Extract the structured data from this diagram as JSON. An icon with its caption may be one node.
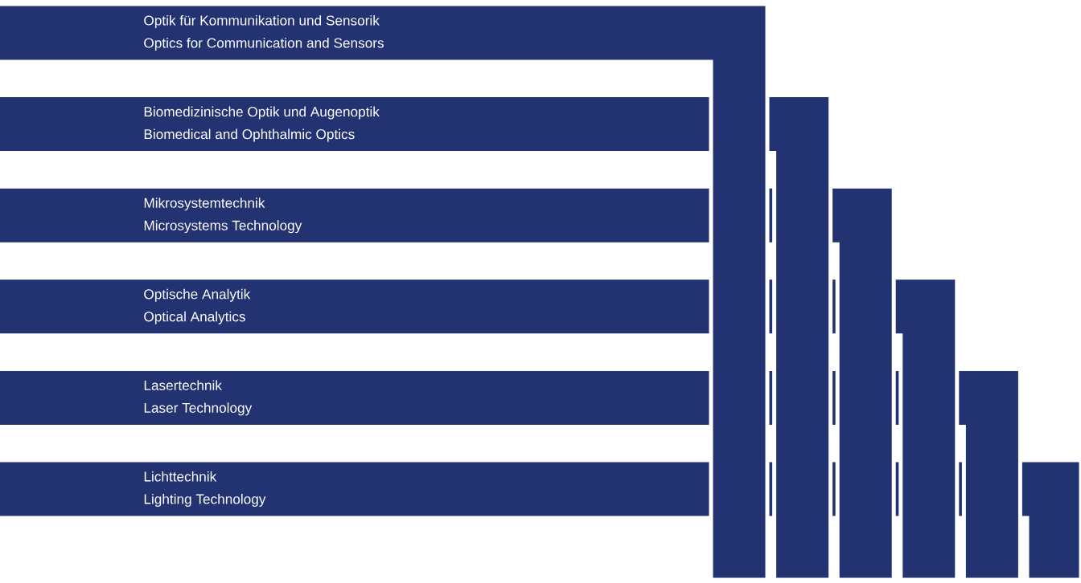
{
  "diagram": {
    "nodes": [
      {
        "text": [
          "Optik für Kommunikation und Sensorik",
          "Optics for Communication and Sensors"
        ]
      },
      {
        "text": [
          "Biomedizinische Optik und Augenoptik",
          "Biomedical and Ophthalmic Optics"
        ]
      },
      {
        "text": [
          "Mikrosystemtechnik",
          "Microsystems Technology"
        ]
      },
      {
        "text": [
          "Optische Analytik",
          "Optical Analytics"
        ]
      },
      {
        "text": [
          "Lasertechnik",
          "Laser Technology"
        ]
      },
      {
        "text": [
          "Lichttechnik",
          "Lighting Technology"
        ]
      }
    ]
  }
}
